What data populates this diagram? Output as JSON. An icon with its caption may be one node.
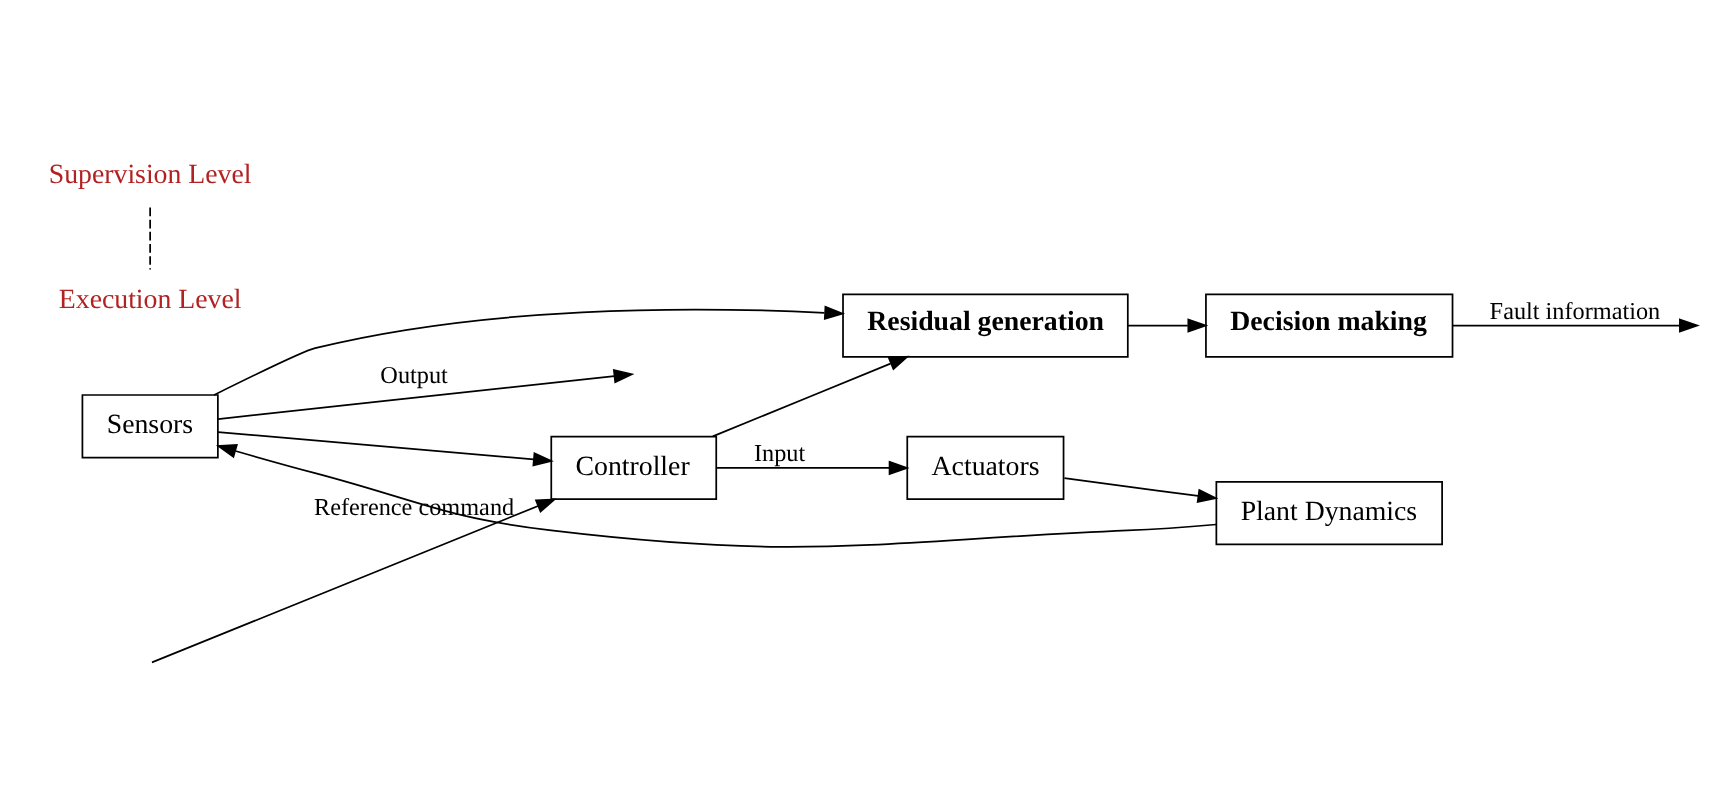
{
  "diagram": {
    "nodes": [
      {
        "text": [
          "Residual generation"
        ]
      },
      {
        "text": [
          "Decision making"
        ]
      },
      {
        "text": [
          "Actuators"
        ]
      },
      {
        "text": [
          "Plant Dynamics"
        ]
      },
      {
        "text": [
          "Sensors"
        ]
      },
      {
        "text": [
          "Controller"
        ]
      }
    ],
    "edges": [
      {
        "from": 0,
        "to": 1,
        "arrow": "to"
      },
      {
        "from": 1,
        "to": null,
        "arrow": "to",
        "label": "Fault information"
      },
      {
        "from": 5,
        "to": 0,
        "arrow": "to"
      },
      {
        "from": 5,
        "to": 2,
        "arrow": "to",
        "label": "Input"
      },
      {
        "from": 2,
        "to": 3,
        "arrow": "to"
      },
      {
        "from": 3,
        "to": 4,
        "arrow": "to"
      },
      {
        "from": 4,
        "to": null,
        "arrow": "to",
        "label": "Output"
      },
      {
        "from": 4,
        "to": 0,
        "arrow": "to"
      },
      {
        "from": 4,
        "to": 5,
        "arrow": "to"
      },
      {
        "from": null,
        "to": 5,
        "arrow": "to",
        "label": "Reference command"
      }
    ],
    "labels": [
      "Supervision Level",
      "Execution Level"
    ]
  }
}
